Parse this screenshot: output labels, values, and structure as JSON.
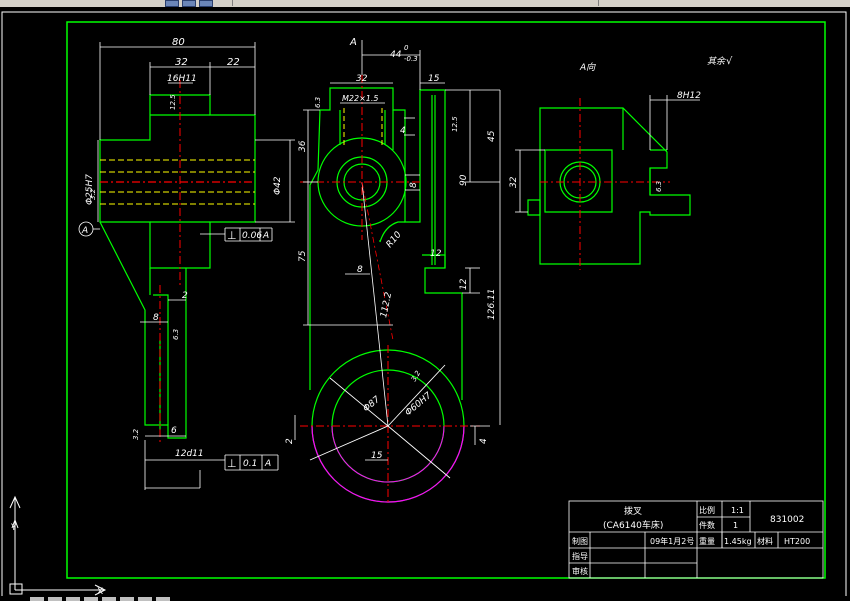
{
  "drawing": {
    "section_label": "A",
    "view_label": "A向",
    "roughness_note": "其余",
    "datum_label": "A",
    "colors": {
      "background": "#000000",
      "outline": "#00ff00",
      "dimension": "#ffffff",
      "centerline": "#ff0000",
      "hidden": "#ffff00",
      "phantom": "#ff00ff",
      "crosshair": "#ffffff"
    }
  },
  "dimensions": {
    "d80": "80",
    "d32a": "32",
    "d22": "22",
    "d16h11": "16H11",
    "d25h7": "Φ25H7",
    "d42": "Φ42",
    "tol1": "0.06",
    "tol1_datum": "A",
    "d2": "2",
    "d8a": "8",
    "d6": "6",
    "d12d11": "12d11",
    "tol2": "0.1",
    "tol2_datum": "A",
    "d44": "44",
    "d44_tol_upper": "0",
    "d44_tol_lower": "-0.3",
    "d32b": "32",
    "d15a": "15",
    "dm22": "M22×1.5",
    "d36": "36",
    "d45": "45",
    "d90": "90",
    "d4a": "4",
    "d8b": "8",
    "r10": "R10",
    "d12a": "12",
    "d75": "75",
    "d8c": "8",
    "d112": "112.2",
    "d12b": "12",
    "d126": "126.11",
    "d87": "Φ87",
    "d60h7": "Φ60H7",
    "d2b": "2",
    "d15b": "15",
    "d4b": "4",
    "d8h12": "8H12",
    "d32c": "32",
    "r12a": "12.5",
    "r12b": "3.2",
    "r12c": "6.3",
    "r12d": "3.2",
    "r12e": "6.3",
    "r12f": "12.5",
    "r12g": "3.2",
    "r12h": "6.3"
  },
  "title_block": {
    "part_name": "拨叉",
    "machine": "(CA6140车床)",
    "scale_label": "比例",
    "scale_value": "1:1",
    "drawing_no": "831002",
    "qty_label": "件数",
    "qty_value": "1",
    "drawn_label": "制图",
    "date": "09年1月2号",
    "weight_label": "重量",
    "weight_value": "1.45kg",
    "material_label": "材料",
    "material_value": "HT200",
    "guide_label": "指导",
    "review_label": "审核"
  },
  "ucs": {
    "y_label": "Y",
    "x_label": "X"
  }
}
